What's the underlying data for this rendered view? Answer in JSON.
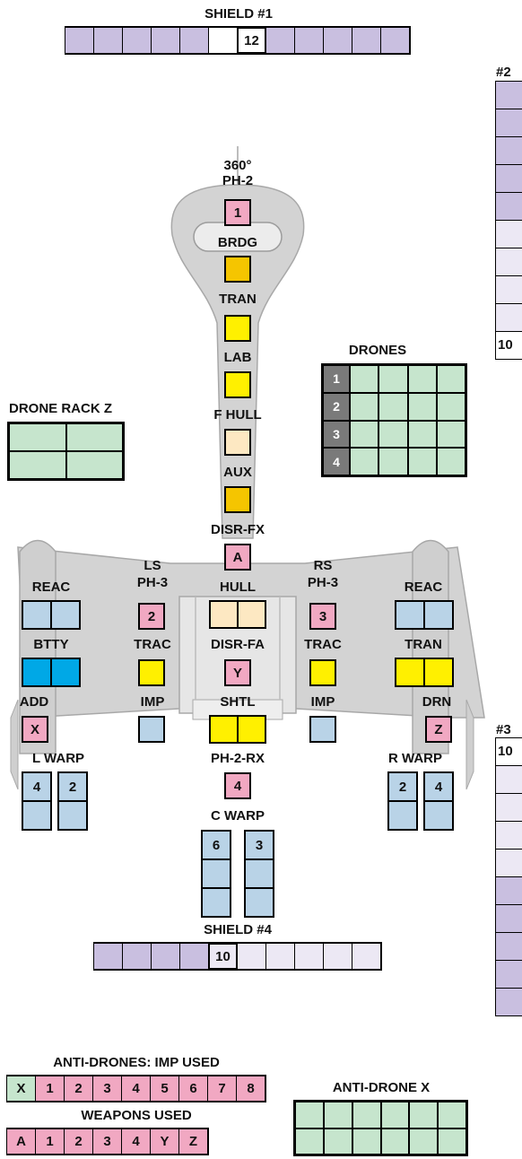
{
  "shield1": {
    "label": "SHIELD #1",
    "value": "12"
  },
  "shield2": {
    "label": "#2",
    "value": "10"
  },
  "shield3": {
    "label": "#3",
    "value": "10"
  },
  "shield4": {
    "label": "SHIELD #4",
    "value": "10"
  },
  "drones": {
    "label": "DRONES",
    "rows": [
      "1",
      "2",
      "3",
      "4"
    ]
  },
  "drone_rack": {
    "label": "DRONE RACK Z"
  },
  "systems": {
    "ph2_arc": "360°",
    "ph2": "PH-2",
    "ph2_box": "1",
    "brdg": "BRDG",
    "tran_c": "TRAN",
    "lab": "LAB",
    "fhull": "F HULL",
    "aux": "AUX",
    "disrfx": "DISR-FX",
    "disrfx_box": "A",
    "ls": "LS",
    "ls_ph3": "PH-3",
    "ls_box": "2",
    "rs": "RS",
    "rs_ph3": "PH-3",
    "rs_box": "3",
    "hull": "HULL",
    "reac_l": "REAC",
    "reac_r": "REAC",
    "btty": "BTTY",
    "trac_l": "TRAC",
    "disrfa": "DISR-FA",
    "disrfa_box": "Y",
    "trac_r": "TRAC",
    "tran_r": "TRAN",
    "add": "ADD",
    "add_box": "X",
    "imp_l": "IMP",
    "shtl": "SHTL",
    "imp_r": "IMP",
    "drn": "DRN",
    "drn_box": "Z",
    "lwarp": "L WARP",
    "lwarp_a": "4",
    "lwarp_b": "2",
    "ph2rx": "PH-2-RX",
    "ph2rx_box": "4",
    "rwarp": "R WARP",
    "rwarp_a": "2",
    "rwarp_b": "4",
    "cwarp": "C WARP",
    "cwarp_a": "6",
    "cwarp_b": "3"
  },
  "anti_drones_used": {
    "label": "ANTI-DRONES: IMP USED",
    "cells": [
      "X",
      "1",
      "2",
      "3",
      "4",
      "5",
      "6",
      "7",
      "8"
    ]
  },
  "weapons_used": {
    "label": "WEAPONS USED",
    "cells": [
      "A",
      "1",
      "2",
      "3",
      "4",
      "Y",
      "Z"
    ]
  },
  "anti_drone_x": {
    "label": "ANTI-DRONE X"
  }
}
